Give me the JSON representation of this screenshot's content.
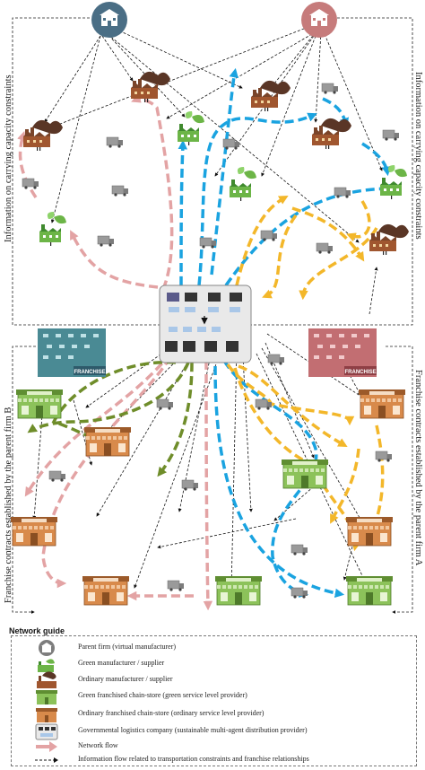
{
  "labels": {
    "left_top": "Information on carrying capacity constraints",
    "right_top": "Information on carrying capacity constraints",
    "left_bottom": "Franchise contracts established by the parent firm B",
    "right_bottom": "Franchise contracts established by the parent firm A",
    "franchise": "FRANCHISE",
    "store_sign": "franchise"
  },
  "colors": {
    "parent_b": "#4a6e85",
    "parent_a": "#c67b7b",
    "pink": "#e3a3a4",
    "blue": "#1aa3e0",
    "yellow": "#f3b72a",
    "olive": "#6f8d2a",
    "green_store": "#8cc25a",
    "ordinary_store": "#d88a4b",
    "factory_brown": "#7a4429",
    "green_factory": "#6cb547"
  },
  "legend": {
    "title": "Network guide",
    "items": [
      {
        "icon": "parent-firm-icon",
        "text": "Parent firm (virtual manufacturer)"
      },
      {
        "icon": "green-manufacturer-icon",
        "text": "Green manufacturer / supplier"
      },
      {
        "icon": "ordinary-manufacturer-icon",
        "text": "Ordinary manufacturer / supplier"
      },
      {
        "icon": "green-store-icon",
        "text": "Green franchised chain-store (green service level provider)"
      },
      {
        "icon": "ordinary-store-icon",
        "text": "Ordinary franchised chain-store (ordinary service level provider)"
      },
      {
        "icon": "logistics-company-icon",
        "text": "Governmental logistics company (sustainable multi-agent distribution provider)"
      },
      {
        "icon": "network-flow-icon",
        "text": "Network flow"
      },
      {
        "icon": "information-flow-icon",
        "text": "Information flow related to transportation constraints and franchise relationships"
      }
    ]
  }
}
